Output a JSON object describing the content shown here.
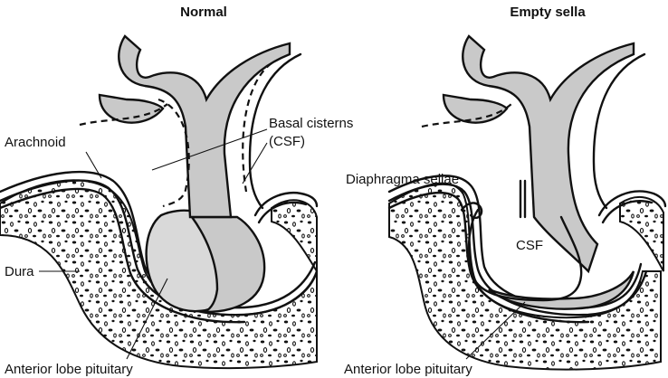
{
  "panels": {
    "left": {
      "title": "Normal",
      "labels": {
        "arachnoid": "Arachnoid",
        "basal_cisterns_line1": "Basal cisterns",
        "basal_cisterns_line2": "(CSF)",
        "dura": "Dura",
        "anterior_lobe": "Anterior lobe pituitary"
      }
    },
    "right": {
      "title": "Empty sella",
      "labels": {
        "diaphragma": "Diaphragma sellae",
        "csf": "CSF",
        "anterior_lobe": "Anterior lobe pituitary"
      }
    }
  },
  "colors": {
    "tissue_grey": "#c9c9c9",
    "ink": "#111111",
    "background": "#ffffff"
  }
}
